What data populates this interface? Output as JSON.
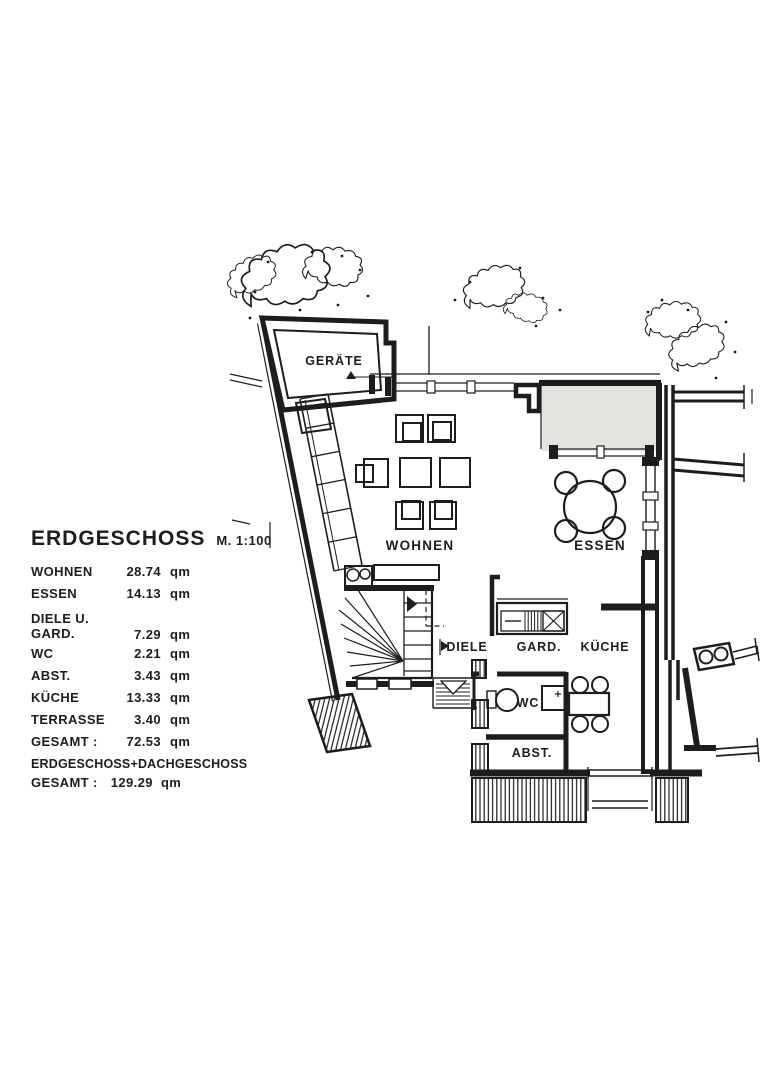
{
  "colors": {
    "ink": "#1d1d1d",
    "paper": "#ffffff",
    "shade": "#e3e3e0"
  },
  "legend": {
    "title": "ERDGESCHOSS",
    "scale": "M. 1:100",
    "rows": [
      {
        "label": "WOHNEN",
        "value": "28.74",
        "unit": "qm"
      },
      {
        "label": "ESSEN",
        "value": "14.13",
        "unit": "qm"
      },
      {
        "label": "DIELE U.",
        "label2": "GARD.",
        "value": "7.29",
        "unit": "qm"
      },
      {
        "label": "WC",
        "value": "2.21",
        "unit": "qm"
      },
      {
        "label": "ABST.",
        "value": "3.43",
        "unit": "qm"
      },
      {
        "label": "KÜCHE",
        "value": "13.33",
        "unit": "qm"
      },
      {
        "label": "TERRASSE",
        "value": "3.40",
        "unit": "qm"
      },
      {
        "label": "GESAMT :",
        "value": "72.53",
        "unit": "qm"
      }
    ],
    "total_line1": "ERDGESCHOSS+DACHGESCHOSS",
    "total_label": "GESAMT :",
    "total_value": "129.29",
    "total_unit": "qm"
  },
  "plan": {
    "labels": {
      "geraete": "GERÄTE",
      "wohnen": "WOHNEN",
      "essen": "ESSEN",
      "diele": "DIELE",
      "gard": "GARD.",
      "kueche": "KÜCHE",
      "wc": "WC",
      "abst": "ABST."
    }
  }
}
